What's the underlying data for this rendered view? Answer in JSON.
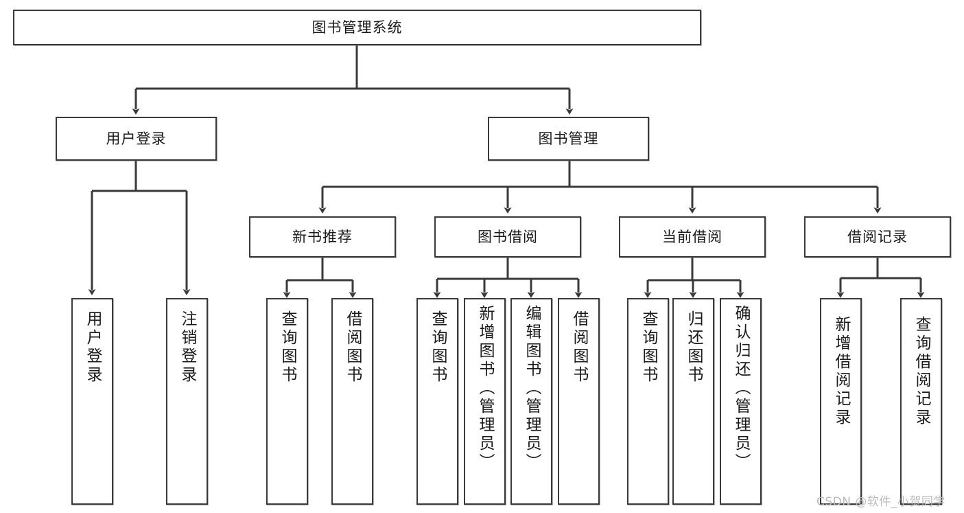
{
  "diagram": {
    "type": "tree-hierarchy",
    "title": "图书管理系统",
    "watermark": "CSDN @软件_小贺同学",
    "colors": {
      "node_border": "#3a3a3a",
      "node_fill": "#ffffff",
      "edge": "#3a3a3a",
      "watermark": "#b9b9b9",
      "background": "#ffffff"
    },
    "nodes": {
      "root": {
        "label": "图书管理系统"
      },
      "level2": [
        {
          "id": "user-login",
          "label": "用户登录"
        },
        {
          "id": "book-manage",
          "label": "图书管理"
        }
      ],
      "level3": [
        {
          "id": "new-book-recommend",
          "label": "新书推荐"
        },
        {
          "id": "book-borrow",
          "label": "图书借阅"
        },
        {
          "id": "current-borrow",
          "label": "当前借阅"
        },
        {
          "id": "borrow-record",
          "label": "借阅记录"
        }
      ],
      "leaves": {
        "user_login": [
          {
            "id": "leaf-user-login",
            "label": "用户登录"
          },
          {
            "id": "leaf-logout-login",
            "label": "注销登录"
          }
        ],
        "new_book_recommend": [
          {
            "id": "leaf-query-book-1",
            "label": "查询图书"
          },
          {
            "id": "leaf-borrow-book-1",
            "label": "借阅图书"
          }
        ],
        "book_borrow": [
          {
            "id": "leaf-query-book-2",
            "label": "查询图书"
          },
          {
            "id": "leaf-add-book",
            "label": "新增图书（管理员）"
          },
          {
            "id": "leaf-edit-book",
            "label": "编辑图书（管理员）"
          },
          {
            "id": "leaf-borrow-book-2",
            "label": "借阅图书"
          }
        ],
        "current_borrow": [
          {
            "id": "leaf-query-book-3",
            "label": "查询图书"
          },
          {
            "id": "leaf-return-book",
            "label": "归还图书"
          },
          {
            "id": "leaf-confirm-return",
            "label": "确认归还（管理员）"
          }
        ],
        "borrow_record": [
          {
            "id": "leaf-add-record",
            "label": "新增借阅记录"
          },
          {
            "id": "leaf-query-record",
            "label": "查询借阅记录"
          }
        ]
      }
    }
  }
}
